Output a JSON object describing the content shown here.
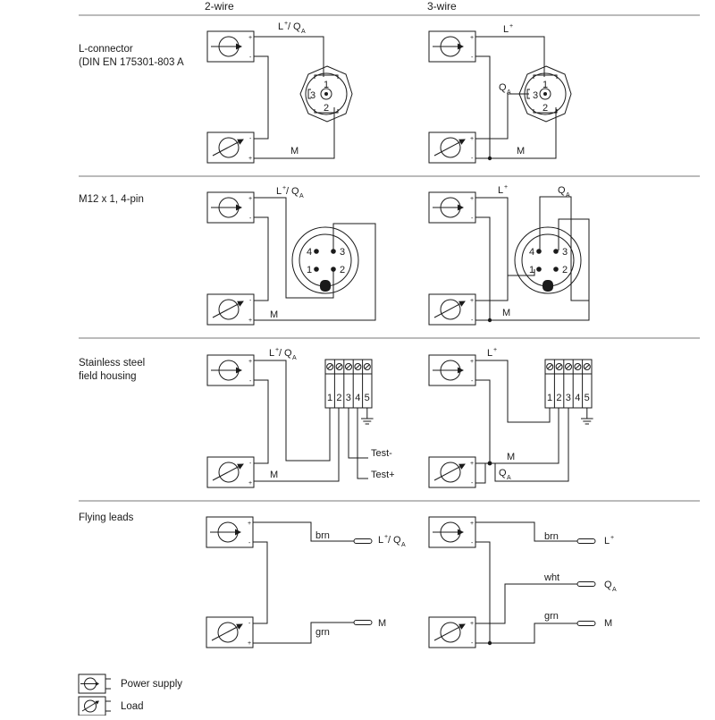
{
  "columns": {
    "two_wire": "2-wire",
    "three_wire": "3-wire"
  },
  "sections": {
    "l_connector": {
      "line1": "L-connector",
      "line2": "(DIN EN 175301-803 A"
    },
    "m12": {
      "line1": "M12 x 1, 4-pin"
    },
    "stainless": {
      "line1": "Stainless steel",
      "line2": "field housing"
    },
    "flying": {
      "line1": "Flying leads"
    }
  },
  "labels": {
    "L": "L",
    "sup_plus": "+",
    "Q": "Q",
    "sub_A": "A",
    "slash": "/",
    "M": "M",
    "plus": "+",
    "minus": "-",
    "p1": "1",
    "p2": "2",
    "p3": "3",
    "p4": "4",
    "p5": "5",
    "test_minus": "Test-",
    "test_plus": "Test+",
    "brn": "brn",
    "grn": "grn",
    "wht": "wht"
  },
  "legend": {
    "power_supply": "Power supply",
    "load": "Load"
  }
}
